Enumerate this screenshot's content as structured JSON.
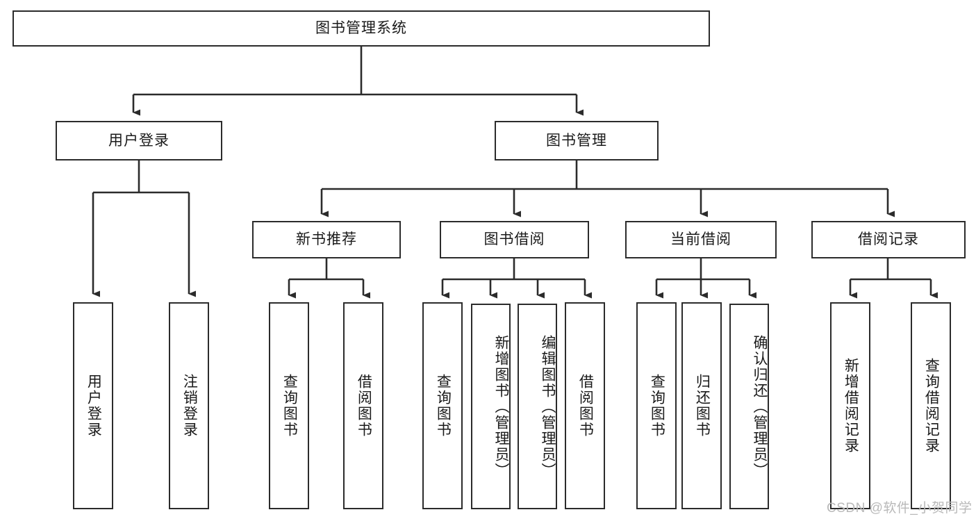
{
  "diagram": {
    "type": "hierarchy-tree",
    "title": "图书管理系统",
    "root": {
      "label": "图书管理系统"
    },
    "level2": [
      {
        "id": "user-login",
        "label": "用户登录"
      },
      {
        "id": "book-management",
        "label": "图书管理"
      }
    ],
    "level3": [
      {
        "id": "new-book-recommend",
        "label": "新书推荐",
        "parent": "book-management"
      },
      {
        "id": "book-borrow",
        "label": "图书借阅",
        "parent": "book-management"
      },
      {
        "id": "current-borrow",
        "label": "当前借阅",
        "parent": "book-management"
      },
      {
        "id": "borrow-record",
        "label": "借阅记录",
        "parent": "book-management"
      }
    ],
    "leaves": [
      {
        "id": "leaf-user-login",
        "label": "用户登录",
        "parent": "user-login"
      },
      {
        "id": "leaf-logout-login",
        "label": "注销登录",
        "parent": "user-login"
      },
      {
        "id": "leaf-query-book-1",
        "label": "查询图书",
        "parent": "new-book-recommend"
      },
      {
        "id": "leaf-borrow-book-1",
        "label": "借阅图书",
        "parent": "new-book-recommend"
      },
      {
        "id": "leaf-query-book-2",
        "label": "查询图书",
        "parent": "book-borrow"
      },
      {
        "id": "leaf-add-book",
        "label": "新增图书（管理员）",
        "parent": "book-borrow"
      },
      {
        "id": "leaf-edit-book",
        "label": "编辑图书（管理员）",
        "parent": "book-borrow"
      },
      {
        "id": "leaf-borrow-book-2",
        "label": "借阅图书",
        "parent": "book-borrow"
      },
      {
        "id": "leaf-query-book-3",
        "label": "查询图书",
        "parent": "current-borrow"
      },
      {
        "id": "leaf-return-book",
        "label": "归还图书",
        "parent": "current-borrow"
      },
      {
        "id": "leaf-confirm-return",
        "label": "确认归还（管理员）",
        "parent": "current-borrow"
      },
      {
        "id": "leaf-add-record",
        "label": "新增借阅记录",
        "parent": "borrow-record"
      },
      {
        "id": "leaf-query-record",
        "label": "查询借阅记录",
        "parent": "borrow-record"
      }
    ]
  },
  "watermark": {
    "text": "CSDN @软件_小贺同学"
  },
  "colors": {
    "stroke": "#2b2b2b",
    "background": "#ffffff",
    "text": "#1a1a1a",
    "watermark": "#b9b9b9"
  }
}
